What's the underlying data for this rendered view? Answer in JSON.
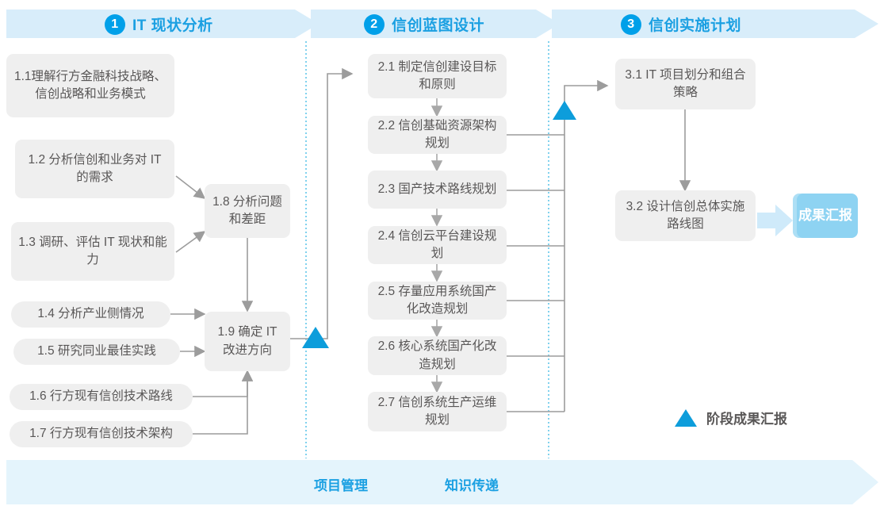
{
  "header": {
    "phases": [
      {
        "num": "1",
        "label": "IT 现状分析"
      },
      {
        "num": "2",
        "label": "信创蓝图设计"
      },
      {
        "num": "3",
        "label": "信创实施计划"
      }
    ]
  },
  "phase1": {
    "nodes": [
      {
        "id": "1.1",
        "text": "1.1理解行方金融科技战略、信创战略和业务模式"
      },
      {
        "id": "1.2",
        "text": "1.2 分析信创和业务对 IT 的需求"
      },
      {
        "id": "1.3",
        "text": "1.3 调研、评估 IT 现状和能力"
      },
      {
        "id": "1.4",
        "text": "1.4 分析产业侧情况"
      },
      {
        "id": "1.5",
        "text": "1.5 研究同业最佳实践"
      },
      {
        "id": "1.6",
        "text": "1.6 行方现有信创技术路线"
      },
      {
        "id": "1.7",
        "text": "1.7 行方现有信创技术架构"
      },
      {
        "id": "1.8",
        "text": "1.8 分析问题和差距"
      },
      {
        "id": "1.9",
        "text": "1.9 确定 IT 改进方向"
      }
    ]
  },
  "phase2": {
    "nodes": [
      {
        "id": "2.1",
        "text": "2.1 制定信创建设目标和原则"
      },
      {
        "id": "2.2",
        "text": "2.2 信创基础资源架构规划"
      },
      {
        "id": "2.3",
        "text": "2.3 国产技术路线规划"
      },
      {
        "id": "2.4",
        "text": "2.4 信创云平台建设规划"
      },
      {
        "id": "2.5",
        "text": "2.5 存量应用系统国产化改造规划"
      },
      {
        "id": "2.6",
        "text": "2.6 核心系统国产化改造规划"
      },
      {
        "id": "2.7",
        "text": "2.7 信创系统生产运维规划"
      }
    ]
  },
  "phase3": {
    "nodes": [
      {
        "id": "3.1",
        "text": "3.1 IT 项目划分和组合策略"
      },
      {
        "id": "3.2",
        "text": "3.2 设计信创总体实施路线图"
      }
    ],
    "result": "成果汇报"
  },
  "legend": {
    "milestone": "阶段成果汇报"
  },
  "footer": {
    "items": [
      "项目管理",
      "知识传递"
    ]
  },
  "colors": {
    "accent": "#00a0e9",
    "band": "#e4f4fc",
    "node_fill": "#efefef",
    "node_text": "#595757",
    "result_fill": "#8ed3f2",
    "connector": "#9c9c9c"
  }
}
